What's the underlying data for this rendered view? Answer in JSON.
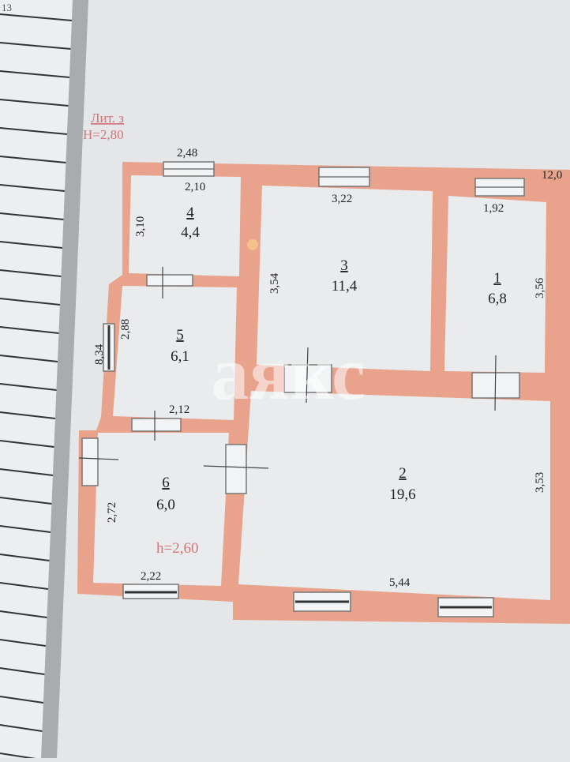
{
  "page_number": "13",
  "header": {
    "litera": "Лит. з",
    "height": "H=2,80"
  },
  "sub_height": "h=2,60",
  "overall_width": "12,0",
  "colors": {
    "wall": "#e9a28c",
    "room": "#e9ebec",
    "annotation": "#d0757a",
    "paper": "#e4e6e8"
  },
  "rooms": [
    {
      "number": "1",
      "area": "6,8"
    },
    {
      "number": "2",
      "area": "19,6"
    },
    {
      "number": "3",
      "area": "11,4"
    },
    {
      "number": "4",
      "area": "4,4"
    },
    {
      "number": "5",
      "area": "6,1"
    },
    {
      "number": "6",
      "area": "6,0"
    }
  ],
  "dimensions": {
    "d248": "2,48",
    "d210": "2,10",
    "d310": "3,10",
    "d322": "3,22",
    "d354": "3,54",
    "d192": "1,92",
    "d356": "3,56",
    "d834": "8,34",
    "d288": "2,88",
    "d212": "2,12",
    "d272": "2,72",
    "d222": "2,22",
    "d544": "5,44",
    "d353": "3,53"
  },
  "watermark": "аякс"
}
